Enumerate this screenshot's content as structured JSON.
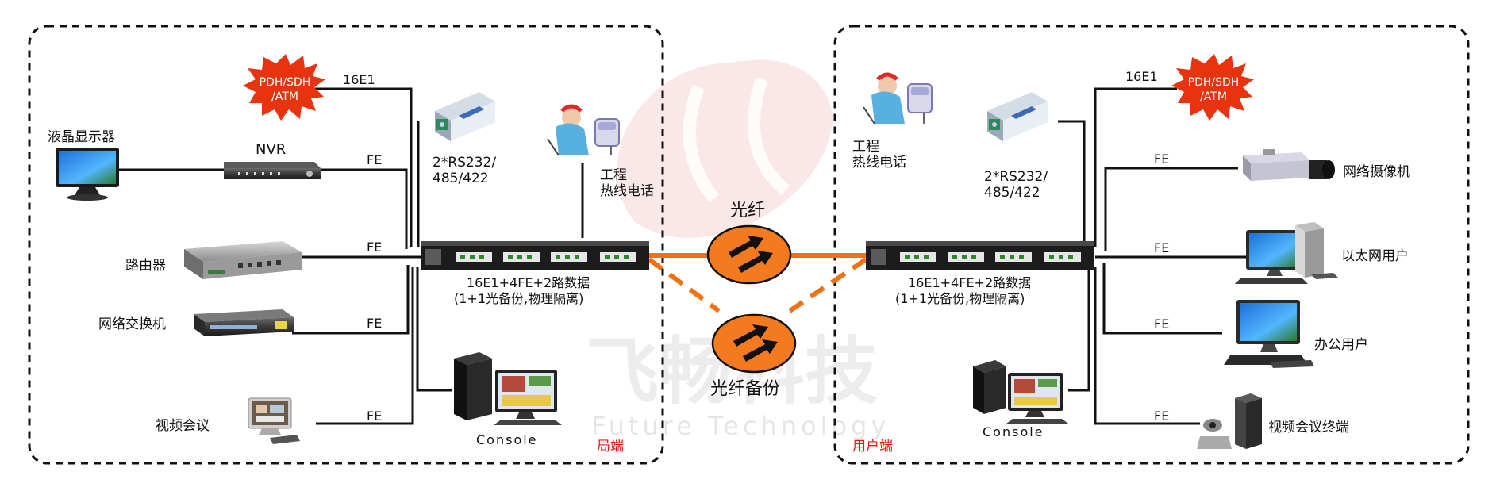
{
  "colors": {
    "fiber": "#f07214",
    "orange_fill": "#f47a20",
    "burst_fill": "#e8330f",
    "side_label": "#e01818",
    "watermark": "#e9e9e9",
    "wire": "#111111"
  },
  "watermark": {
    "cn": "飞畅科技",
    "en": "Future Technology"
  },
  "left": {
    "side_label": "局端",
    "device_caption_1": "16E1+4FE+2路数据",
    "device_caption_2": "(1+1光备份,物理隔离)",
    "pdh": [
      "PDH/SDH",
      "/ATM"
    ],
    "link_e1": "16E1",
    "nvr": "NVR",
    "lcd": "液晶显示器",
    "router": "路由器",
    "switch": "网络交换机",
    "video_conf": "视频会议",
    "fe_labels": [
      "FE",
      "FE",
      "FE",
      "FE"
    ],
    "serial": [
      "2*RS232/",
      "485/422"
    ],
    "phone": [
      "工程",
      "热线电话"
    ],
    "console": "Console"
  },
  "center": {
    "fiber_label": "光纤",
    "backup_label": "光纤备份"
  },
  "right": {
    "side_label": "用户端",
    "device_caption_1": "16E1+4FE+2路数据",
    "device_caption_2": "(1+1光备份,物理隔离)",
    "pdh": [
      "PDH/SDH",
      "/ATM"
    ],
    "link_e1": "16E1",
    "phone": [
      "工程",
      "热线电话"
    ],
    "serial": [
      "2*RS232/",
      "485/422"
    ],
    "camera": "网络摄像机",
    "ethernet_user": "以太网用户",
    "office_user": "办公用户",
    "video_terminal": "视频会议终端",
    "console": "Console",
    "fe_labels": [
      "FE",
      "FE",
      "FE",
      "FE"
    ]
  },
  "icons": {
    "lcd": "lcd-monitor-icon",
    "nvr": "nvr-recorder-icon",
    "router": "router-icon",
    "switch": "network-switch-icon",
    "video_conf": "video-conference-icon",
    "serial": "serial-converter-icon",
    "phone": "hotline-phone-icon",
    "console": "console-pc-icon",
    "camera": "network-camera-icon",
    "desktop": "desktop-pc-icon",
    "multiplexer": "fiber-multiplexer-icon",
    "fiber_arrow": "fiber-arrow-icon"
  }
}
